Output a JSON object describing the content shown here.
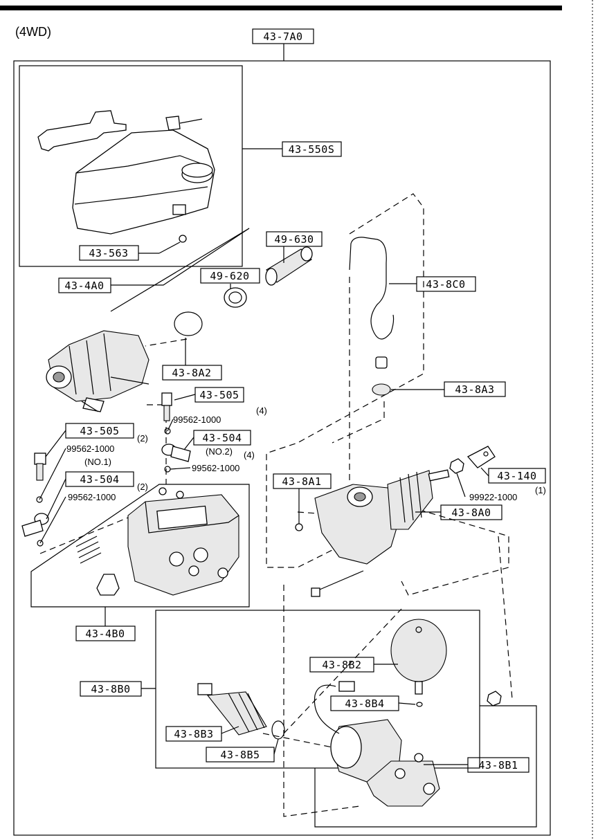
{
  "variant_label": "(4WD)",
  "parts": {
    "assembly_main": "43-7A0",
    "reservoir_assy": "43-550S",
    "reservoir_cap_seal": "43-563",
    "hydraulic_unit": "43-4A0",
    "hose_fitting": "49-630",
    "fitting_ring": "49-620",
    "o_ring_large": "43-8A2",
    "pipe": "43-8C0",
    "grommet": "43-8A3",
    "bolt_right": "43-505",
    "bolt_left": "43-505",
    "union_right": "43-504",
    "union_left": "43-504",
    "pin": "43-8A1",
    "master_cylinder": "43-8A0",
    "clevis": "43-140",
    "valve_block": "43-4B0",
    "pump_assy": "43-8B0",
    "accumulator": "43-8B2",
    "o_ring_small": "43-8B4",
    "sensor": "43-8B3",
    "sensor_o_ring": "43-8B5",
    "pump_motor": "43-8B1"
  },
  "notes": {
    "washer_a": "99562-1000",
    "washer_a_qty": "(4)",
    "washer_b": "99562-1000",
    "washer_b_qty": "(2)",
    "washer_c": "99562-1000",
    "washer_c_qty": "(2)",
    "washer_d": "99562-1000",
    "washer_d_qty": "(4)",
    "no1": "(NO.1)",
    "no2": "(NO.2)",
    "nut": "99922-1000",
    "nut_qty": "(1)"
  }
}
